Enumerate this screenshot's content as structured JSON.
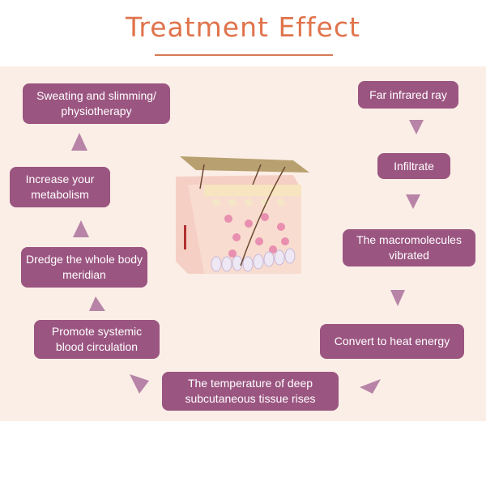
{
  "title": "Treatment Effect",
  "colors": {
    "title": "#e0734b",
    "box": "#9b5581",
    "arrow": "#b784a8",
    "background": "#fbeee6"
  },
  "steps": [
    "Far infrared ray",
    "Infiltrate",
    "The macromolecules vibrated",
    "Convert to heat energy",
    "The temperature of deep subcutaneous tissue rises",
    "Promote systemic blood circulation",
    "Dredge the whole body meridian",
    "Increase your metabolism",
    "Sweating and slimming/ physiotherapy"
  ]
}
